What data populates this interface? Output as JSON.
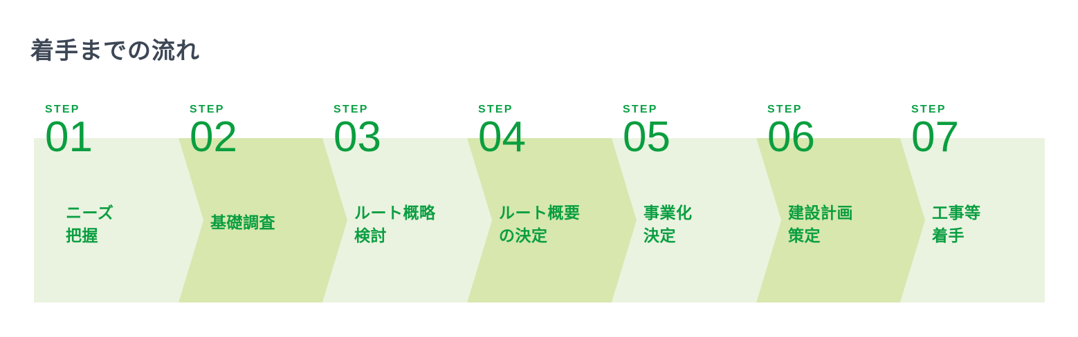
{
  "page": {
    "title": "着手までの流れ",
    "background_color": "#ffffff",
    "title_color": "#3c4655"
  },
  "palette": {
    "band_light": "#eaf3e0",
    "band_dark": "#d7e7ae",
    "green_text": "#0a9e41",
    "green_number": "#0a9e3f",
    "green_step_word": "#0aa045"
  },
  "flow": {
    "step_word": "STEP",
    "steps": [
      {
        "number": "01",
        "step_word": "STEP",
        "label_lines": [
          "ニーズ",
          "把握"
        ],
        "fill": "#eaf3e0",
        "shape": "start"
      },
      {
        "number": "02",
        "step_word": "STEP",
        "label_lines": [
          "基礎調査"
        ],
        "fill": "#d7e7ae",
        "shape": "chevron"
      },
      {
        "number": "03",
        "step_word": "STEP",
        "label_lines": [
          "ルート概略",
          "検討"
        ],
        "fill": "#eaf3e0",
        "shape": "chevron"
      },
      {
        "number": "04",
        "step_word": "STEP",
        "label_lines": [
          "ルート概要",
          "の決定"
        ],
        "fill": "#d7e7ae",
        "shape": "chevron"
      },
      {
        "number": "05",
        "step_word": "STEP",
        "label_lines": [
          "事業化",
          "決定"
        ],
        "fill": "#eaf3e0",
        "shape": "chevron"
      },
      {
        "number": "06",
        "step_word": "STEP",
        "label_lines": [
          "建設計画",
          "策定"
        ],
        "fill": "#d7e7ae",
        "shape": "chevron"
      },
      {
        "number": "07",
        "step_word": "STEP",
        "label_lines": [
          "工事等",
          "着手"
        ],
        "fill": "#eaf3e0",
        "shape": "end"
      }
    ]
  }
}
